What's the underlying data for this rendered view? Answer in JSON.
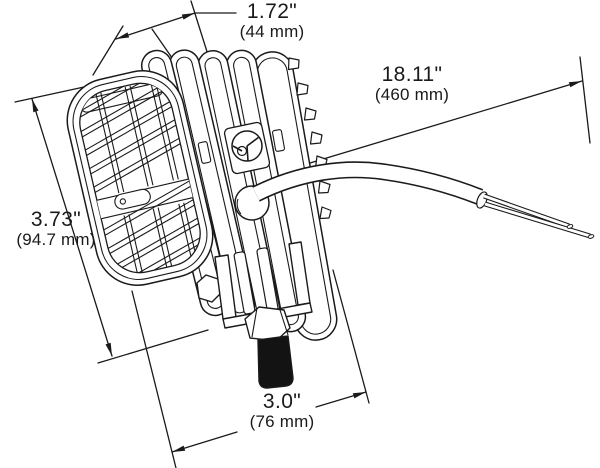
{
  "drawing": {
    "subject": "LED work lamp with finned heat-sink housing, pedestal mount bracket, threaded stud and power cable",
    "style": "isometric technical line drawing with dimension callouts",
    "background_color": "#ffffff",
    "line_color": "#1a1a1a"
  },
  "dimension_labels": {
    "depth": {
      "inches": "1.72\"",
      "metric": "(44 mm)"
    },
    "cable_length": {
      "inches": "18.11\"",
      "metric": "(460 mm)"
    },
    "height": {
      "inches": "3.73\"",
      "metric": "(94.7 mm)"
    },
    "width": {
      "inches": "3.0\"",
      "metric": "(76 mm)"
    }
  }
}
